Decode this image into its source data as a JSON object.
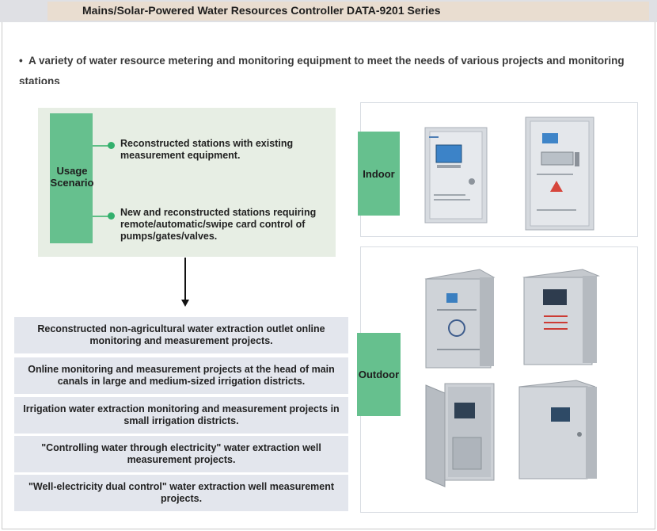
{
  "title": "Mains/Solar-Powered Water Resources Controller DATA-9201 Series",
  "bullet": {
    "symbol": "•",
    "text": "A variety of water resource metering and monitoring equipment to meet the needs of various projects and monitoring stations"
  },
  "usage": {
    "label": "Usage Scenario",
    "items": [
      "Reconstructed stations with existing measurement equipment.",
      "New and reconstructed stations requiring remote/automatic/swipe card control of pumps/gates/valves."
    ]
  },
  "projects": [
    "Reconstructed non-agricultural water extraction outlet online monitoring and measurement projects.",
    "Online monitoring and measurement projects at the head of main canals in large and medium-sized irrigation districts.",
    "Irrigation water extraction monitoring and measurement projects in small irrigation districts.",
    "\"Controlling water through electricity\" water extraction well measurement projects.",
    "\"Well-electricity dual control\" water extraction well measurement projects."
  ],
  "indoor": {
    "label": "Indoor"
  },
  "outdoor": {
    "label": "Outdoor"
  },
  "colors": {
    "accent_green": "#66c08e",
    "connector_green": "#33b06d",
    "project_box": "#e3e6ed",
    "scenario_panel": "#e7eee4",
    "title_strip": "#e9ddd0"
  }
}
